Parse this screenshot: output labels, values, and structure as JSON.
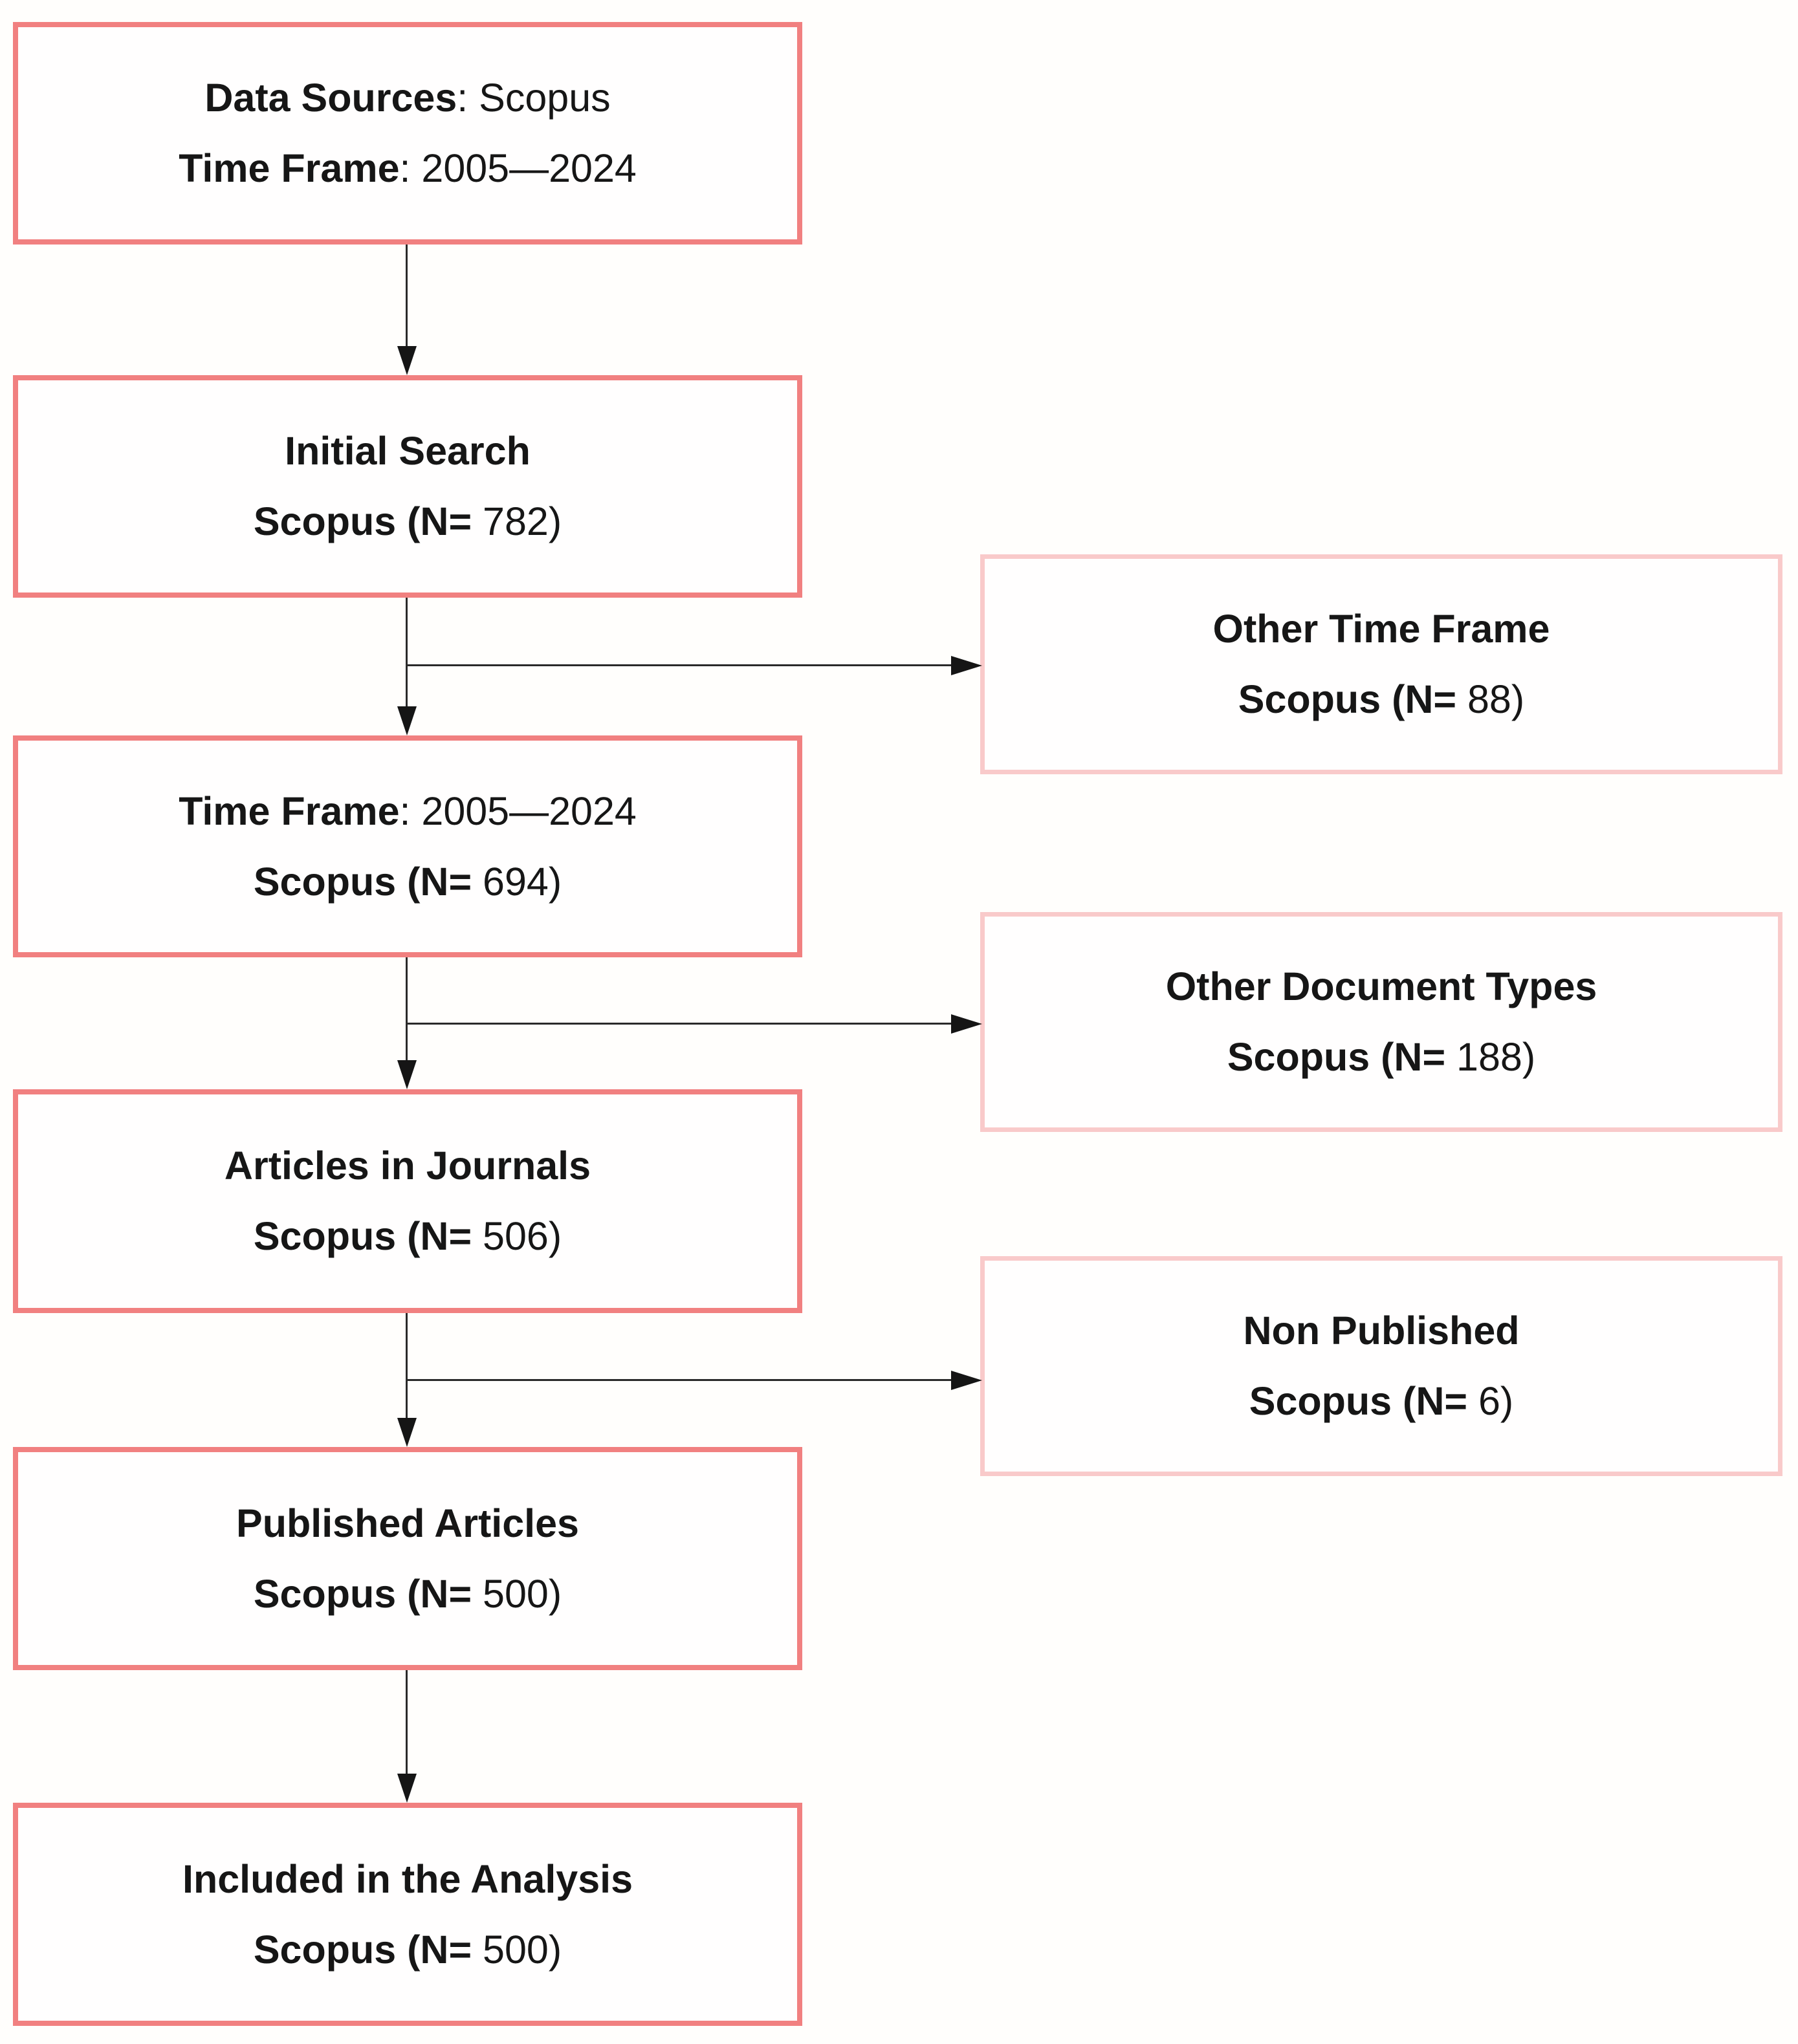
{
  "colors": {
    "left_box_border": "#f18080",
    "right_box_border": "#f9caca",
    "arrow": "#2a2a2a",
    "arrow_head": "#151515",
    "text": "#161616",
    "background": "#fffefc"
  },
  "boxes": [
    {
      "id": "data-sources",
      "line1_bold": "Data Sources",
      "line1_rest": ": Scopus",
      "line2_bold": "Time Frame",
      "line2_rest": ": 2005—2024"
    },
    {
      "id": "initial-search",
      "line1_bold": "Initial Search",
      "line1_rest": "",
      "line2_bold": "Scopus (N=",
      "line2_rest": " 782)"
    },
    {
      "id": "other-time-frame",
      "line1_bold": "Other Time Frame",
      "line1_rest": "",
      "line2_bold": "Scopus (N=",
      "line2_rest": " 88)"
    },
    {
      "id": "time-frame",
      "line1_bold": "Time Frame",
      "line1_rest": ": 2005—2024",
      "line2_bold": "Scopus (N=",
      "line2_rest": " 694)"
    },
    {
      "id": "other-document-types",
      "line1_bold": "Other Document Types",
      "line1_rest": "",
      "line2_bold": "Scopus (N=",
      "line2_rest": " 188)"
    },
    {
      "id": "articles-in-journals",
      "line1_bold": "Articles in Journals",
      "line1_rest": "",
      "line2_bold": "Scopus (N=",
      "line2_rest": " 506)"
    },
    {
      "id": "non-published",
      "line1_bold": "Non Published",
      "line1_rest": "",
      "line2_bold": "Scopus (N=",
      "line2_rest": " 6)"
    },
    {
      "id": "published-articles",
      "line1_bold": "Published Articles",
      "line1_rest": "",
      "line2_bold": "Scopus (N=",
      "line2_rest": " 500)"
    },
    {
      "id": "included-in-analysis",
      "line1_bold": "Included in the Analysis",
      "line1_rest": "",
      "line2_bold": "Scopus (N=",
      "line2_rest": " 500)"
    }
  ]
}
